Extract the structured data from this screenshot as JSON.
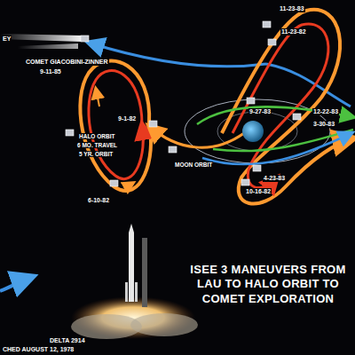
{
  "diagram": {
    "title": "ISEE 3 MANEUVERS FROM LAU TO HALO ORBIT TO COMET EXPLORATION",
    "labels": [
      "EY",
      "COMET GIACOBINI-ZINNER",
      "9-11-85",
      "9-1-82",
      "HALO ORBIT",
      "6 MO. TRAVEL",
      "5 YR. ORBIT",
      "6-10-82",
      "MOON ORBIT",
      "11-23-83",
      "11-23-82",
      "9-27-83",
      "12-22-83",
      "3-30-83",
      "4-23-83",
      "10-16-82",
      "DELTA 2914",
      "CHED AUGUST 12, 1978"
    ]
  }
}
